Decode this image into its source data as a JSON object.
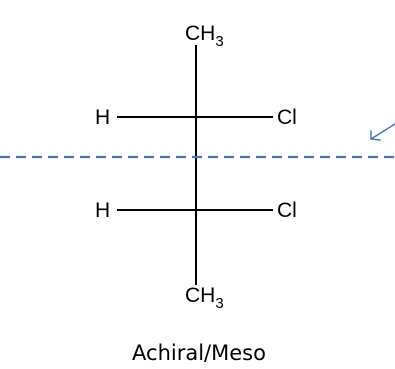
{
  "molecule": {
    "top_group": {
      "main": "CH",
      "sub": "3"
    },
    "bottom_group": {
      "main": "CH",
      "sub": "3"
    },
    "upper_left": "H",
    "upper_right": "Cl",
    "lower_left": "H",
    "lower_right": "Cl"
  },
  "caption": "Achiral/Meso",
  "colors": {
    "bond": "#000000",
    "mirror_plane": "#4472C4",
    "arrow": "#4472C4"
  },
  "icons": {
    "arrow": "arrow-pointer-icon"
  }
}
